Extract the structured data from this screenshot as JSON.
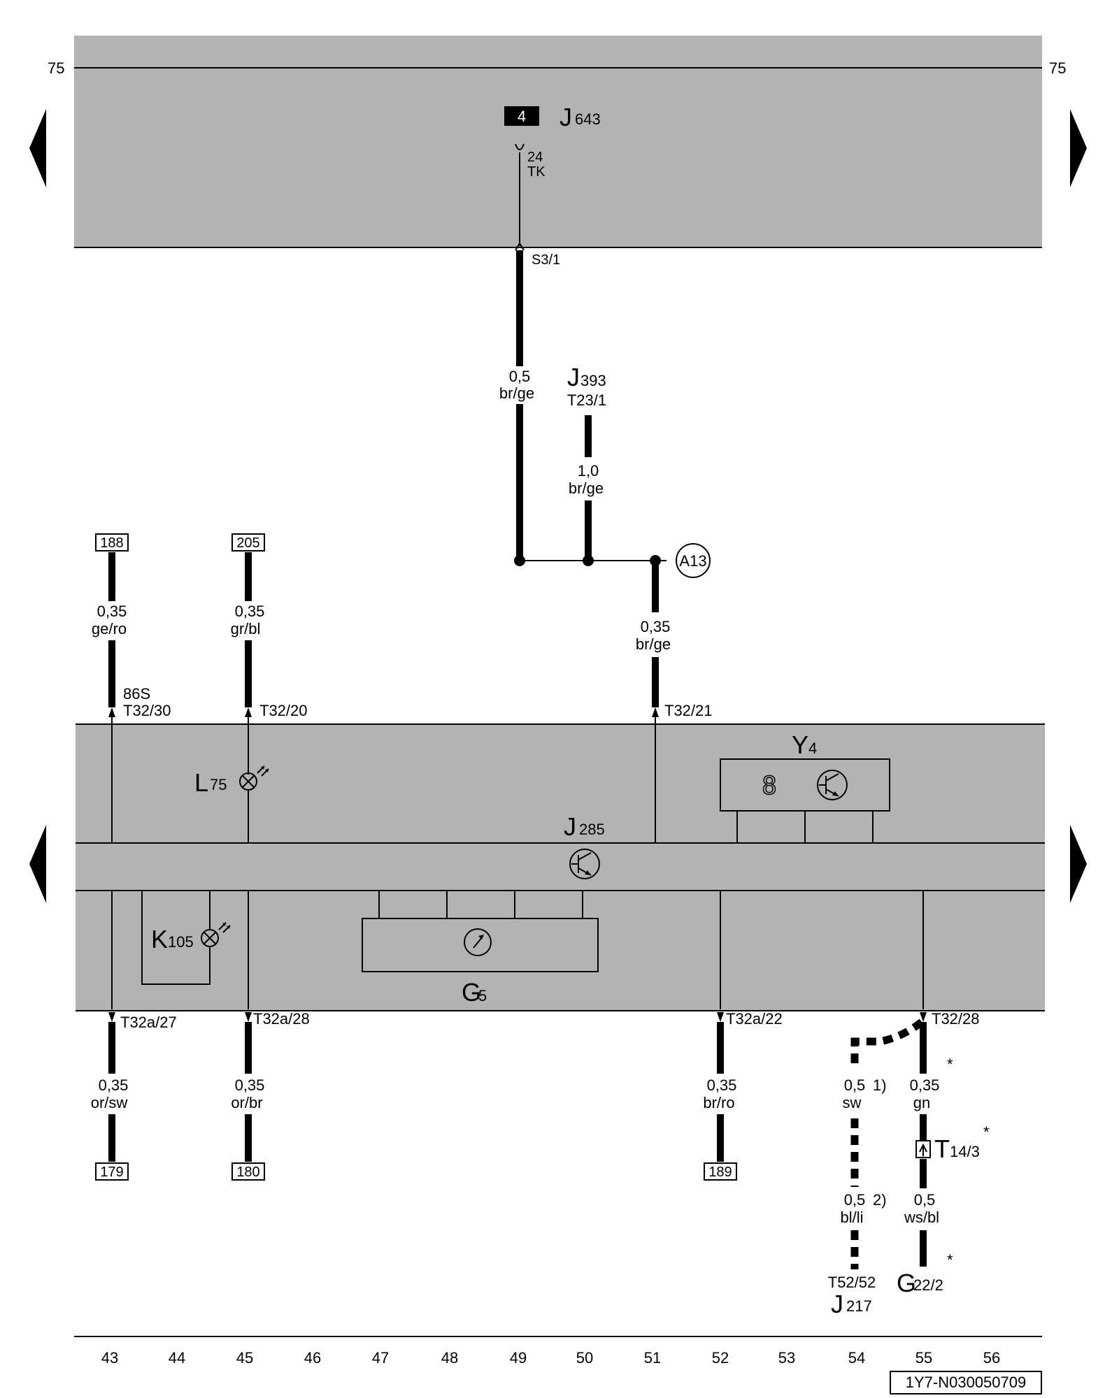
{
  "diagram": {
    "ref_left": "75",
    "ref_right": "75",
    "doc_id": "1Y7-N030050709",
    "top_component": {
      "badge": "4",
      "letter": "J",
      "index": "643",
      "pin": "24",
      "pin_name": "TK"
    },
    "connector_s3": "S3/1",
    "j393": {
      "letter": "J",
      "index": "393",
      "pin": "T23/1"
    },
    "a13": "A13",
    "wires": {
      "w49": {
        "size": "0,5",
        "color": "br/ge"
      },
      "w50": {
        "size": "1,0",
        "color": "br/ge"
      },
      "w51": {
        "size": "0,35",
        "color": "br/ge"
      },
      "w43_top": {
        "size": "0,35",
        "color": "ge/ro"
      },
      "w45_top": {
        "size": "0,35",
        "color": "gr/bl"
      },
      "w43_bot": {
        "size": "0,35",
        "color": "or/sw"
      },
      "w45_bot": {
        "size": "0,35",
        "color": "or/br"
      },
      "w52_bot": {
        "size": "0,35",
        "color": "br/ro"
      },
      "w54_a": {
        "size": "0,5",
        "color": "sw",
        "note": "1)"
      },
      "w54_b": {
        "size": "0,5",
        "color": "bl/li",
        "note": "2)"
      },
      "w55_a": {
        "size": "0,35",
        "color": "gn"
      },
      "w55_b": {
        "size": "0,5",
        "color": "ws/bl"
      }
    },
    "refs": {
      "r188": "188",
      "r205": "205",
      "r179": "179",
      "r180": "180",
      "r189": "189"
    },
    "pins": {
      "p86s": "86S",
      "p30": "T32/30",
      "p20": "T32/20",
      "p21": "T32/21",
      "p27": "T32a/27",
      "p28a": "T32a/28",
      "p22": "T32a/22",
      "p28": "T32/28"
    },
    "components": {
      "l75": {
        "letter": "L",
        "index": "75"
      },
      "y4": {
        "letter": "Y",
        "index": "4",
        "digit": "8"
      },
      "j285": {
        "letter": "J",
        "index": "285"
      },
      "k105": {
        "letter": "K",
        "index": "105"
      },
      "g5": {
        "letter": "G",
        "index": "5"
      },
      "t14": {
        "letter": "T",
        "index": "14/3"
      },
      "g22": {
        "letter": "G",
        "index": "22/2"
      },
      "j217": {
        "letter": "J",
        "index": "217",
        "pin": "T52/52"
      }
    },
    "asterisk": "*",
    "columns": [
      "43",
      "44",
      "45",
      "46",
      "47",
      "48",
      "49",
      "50",
      "51",
      "52",
      "53",
      "54",
      "55",
      "56"
    ]
  }
}
